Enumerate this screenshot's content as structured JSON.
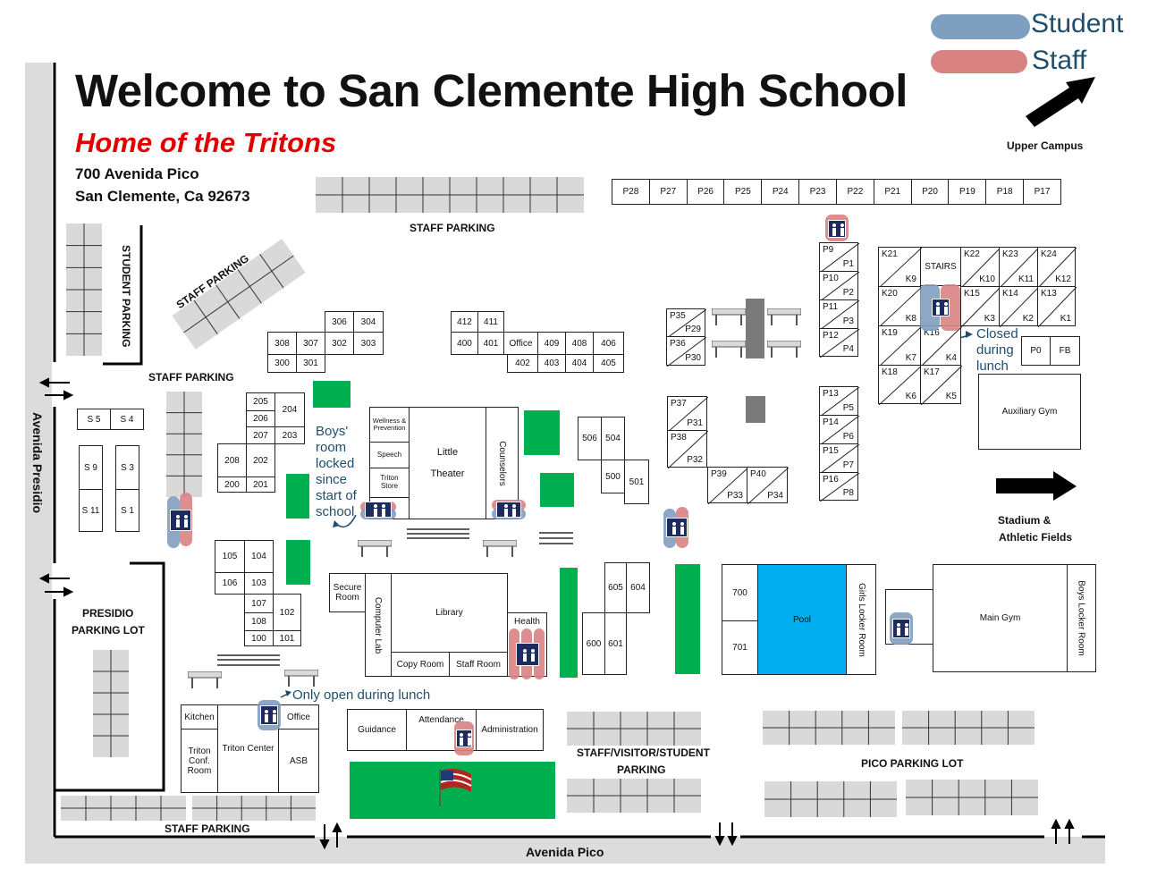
{
  "header": {
    "title": "Welcome to San Clemente High School",
    "subtitle": "Home of the Tritons",
    "address_line1": "700 Avenida Pico",
    "address_line2": "San Clemente, Ca 92673"
  },
  "legend": {
    "student_label": "Student",
    "staff_label": "Staff",
    "student_color": "#7f9fc0",
    "staff_color": "#d98282"
  },
  "streets": {
    "presidio": "Avenida Presidio",
    "pico": "Avenida Pico"
  },
  "directions": {
    "upper_campus": "Upper Campus",
    "stadium_line1": "Stadium &",
    "stadium_line2": "Athletic Fields"
  },
  "parking": {
    "staff_top": "STAFF PARKING",
    "student": "STUDENT PARKING",
    "staff_diag": "STAFF PARKING",
    "staff_left": "STAFF PARKING",
    "presidio_line1": "PRESIDIO",
    "presidio_line2": "PARKING LOT",
    "staff_bottom": "STAFF PARKING",
    "svs_line1": "STAFF/VISITOR/STUDENT",
    "svs_line2": "PARKING",
    "pico": "PICO PARKING LOT"
  },
  "portables": [
    "P28",
    "P27",
    "P26",
    "P25",
    "P24",
    "P23",
    "P22",
    "P21",
    "P20",
    "P19",
    "P18",
    "P17"
  ],
  "buildings": {
    "little_theater_l1": "Little",
    "little_theater_l2": "Theater",
    "wellness": "Wellness & Prevention",
    "speech": "Speech",
    "triton_store": "Triton Store",
    "counselors": "Counselors",
    "secure_room": "Secure Room",
    "computer_lab": "Computer Lab",
    "library": "Library",
    "copy_room": "Copy Room",
    "staff_room": "Staff  Room",
    "health": "Health",
    "kitchen": "Kitchen",
    "triton_conf": "Triton Conf. Room",
    "triton_center": "Triton Center",
    "office_tc": "Office",
    "asb": "ASB",
    "guidance": "Guidance",
    "attendance": "Attendance",
    "administration": "Administration",
    "office_400": "Office",
    "pool": "Pool",
    "girls_locker": "Girls Locker Room",
    "main_gym": "Main Gym",
    "boys_locker": "Boys Locker Room",
    "aux_gym": "Auxiliary Gym",
    "stairs": "STAIRS",
    "p0": "P0",
    "fb": "FB"
  },
  "rooms": {
    "r306": "306",
    "r304": "304",
    "r308": "308",
    "r307": "307",
    "r302": "302",
    "r303": "303",
    "r300": "300",
    "r301": "301",
    "r412": "412",
    "r411": "411",
    "r400": "400",
    "r401": "401",
    "r409": "409",
    "r408": "408",
    "r406": "406",
    "r402": "402",
    "r403": "403",
    "r404": "404",
    "r405": "405",
    "r205": "205",
    "r206": "206",
    "r207": "207",
    "r204": "204",
    "r203": "203",
    "r208": "208",
    "r202": "202",
    "r200": "200",
    "r201": "201",
    "r105": "105",
    "r104": "104",
    "r106": "106",
    "r103": "103",
    "r107": "107",
    "r108": "108",
    "r102": "102",
    "r100": "100",
    "r101": "101",
    "r506": "506",
    "r504": "504",
    "r500": "500",
    "r501": "501",
    "r605": "605",
    "r604": "604",
    "r600": "600",
    "r601": "601",
    "r700": "700",
    "r701": "701",
    "s5": "S 5",
    "s4": "S 4",
    "s9": "S 9",
    "s3": "S 3",
    "s11": "S 11",
    "s1": "S 1"
  },
  "diag_rooms": {
    "p35": "P35",
    "p29": "P29",
    "p36": "P36",
    "p30": "P30",
    "p37": "P37",
    "p31": "P31",
    "p38": "P38",
    "p32": "P32",
    "p39": "P39",
    "p33": "P33",
    "p40": "P40",
    "p34": "P34",
    "p9": "P9",
    "p1": "P1",
    "p10": "P10",
    "p2": "P2",
    "p11": "P11",
    "p3": "P3",
    "p12": "P12",
    "p4": "P4",
    "p13": "P13",
    "p5": "P5",
    "p14": "P14",
    "p6": "P6",
    "p15": "P15",
    "p7": "P7",
    "p16": "P16",
    "p8": "P8",
    "k21": "K21",
    "k9": "K9",
    "k22": "K22",
    "k10": "K10",
    "k23": "K23",
    "k11": "K11",
    "k24": "K24",
    "k12": "K12",
    "k20": "K20",
    "k8": "K8",
    "k15": "K15",
    "k3": "K3",
    "k14": "K14",
    "k2": "K2",
    "k13": "K13",
    "k1": "K1",
    "k19": "K19",
    "k7": "K7",
    "k16": "K16",
    "k4": "K4",
    "k18": "K18",
    "k6": "K6",
    "k17": "K17",
    "k5": "K5"
  },
  "notes": {
    "boys_room": "Boys' room locked since start of school",
    "boys_room_l1": "Boys'",
    "boys_room_l2": "room",
    "boys_room_l3": "locked",
    "boys_room_l4": "since",
    "boys_room_l5": "start of",
    "boys_room_l6": "school",
    "closed_l1": "Closed",
    "closed_l2": "during",
    "closed_l3": "lunch",
    "only_open": "Only open during lunch"
  }
}
